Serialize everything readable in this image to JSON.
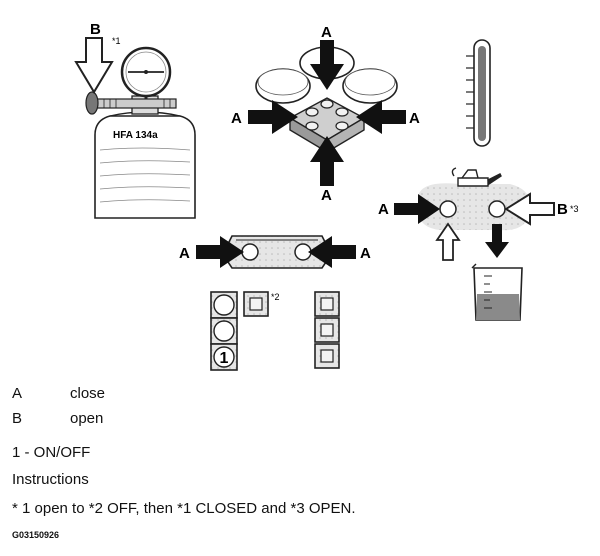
{
  "diagram": {
    "bottle_label": "HFA 134a",
    "label_a": "A",
    "label_b": "B",
    "note_1": "*1",
    "note_2": "*2",
    "note_3": "*3",
    "switch_number": "1"
  },
  "legend": {
    "a_key": "A",
    "a_text": "close",
    "b_key": "B",
    "b_text": "open",
    "switch_line": "1 - ON/OFF",
    "instructions_title": "Instructions",
    "instructions_text": "* 1 open to *2 OFF, then *1 CLOSED and *3 OPEN."
  },
  "figure_id": "G03150926"
}
